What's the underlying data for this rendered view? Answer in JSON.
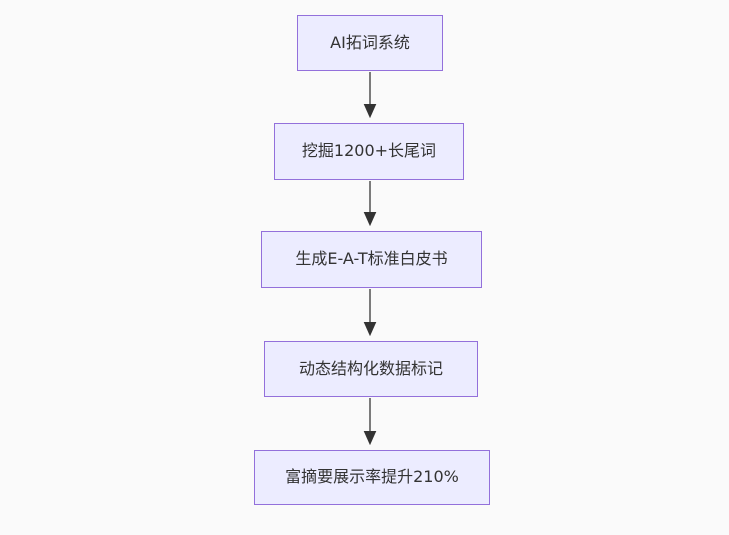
{
  "diagram": {
    "type": "flowchart",
    "direction": "top-down",
    "background_color": "#FAFAFA",
    "node_style": {
      "fill": "#ECECFF",
      "border": "#9370DB",
      "text_color": "#333333"
    },
    "arrow_color": "#333333",
    "nodes": [
      {
        "id": "n1",
        "label": "AI拓词系统"
      },
      {
        "id": "n2",
        "label": "挖掘1200+长尾词"
      },
      {
        "id": "n3",
        "label": "生成E-A-T标准白皮书"
      },
      {
        "id": "n4",
        "label": "动态结构化数据标记"
      },
      {
        "id": "n5",
        "label": "富摘要展示率提升210%"
      }
    ],
    "edges": [
      {
        "from": "n1",
        "to": "n2"
      },
      {
        "from": "n2",
        "to": "n3"
      },
      {
        "from": "n3",
        "to": "n4"
      },
      {
        "from": "n4",
        "to": "n5"
      }
    ]
  }
}
